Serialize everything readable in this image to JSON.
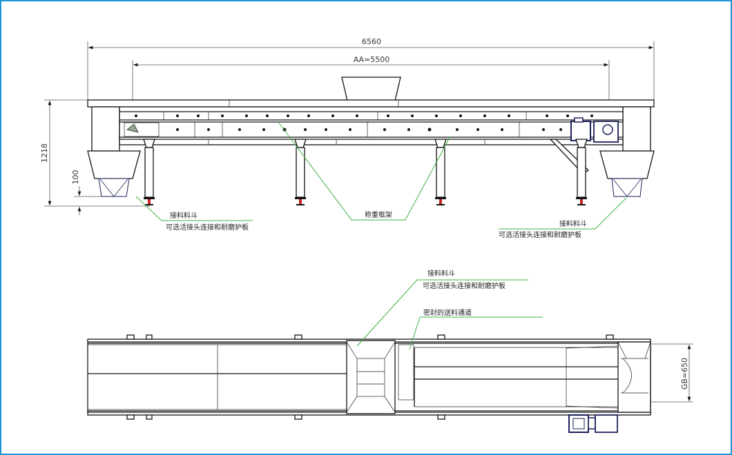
{
  "dimensions": {
    "overall_length": "6560",
    "axle_distance": "AA=5500",
    "height": "1218",
    "hopper_offset": "100",
    "belt_width": "GB=650"
  },
  "labels": {
    "side_left_hopper": "接料料斗",
    "side_left_hopper_note": "可选活接头连接和耐磨护板",
    "weighing_frame": "称重框架",
    "side_right_hopper": "接料料斗",
    "side_right_hopper_note": "可选活接头连接和耐磨护板",
    "top_hopper": "接料料斗",
    "top_hopper_note": "可选活接头连接和耐磨护板",
    "sealed_channel": "密封的送料通道"
  },
  "colors": {
    "border": "#1b95d6",
    "leader": "#3cb043",
    "foot": "#cc2222",
    "motor": "#1a1f5a"
  }
}
